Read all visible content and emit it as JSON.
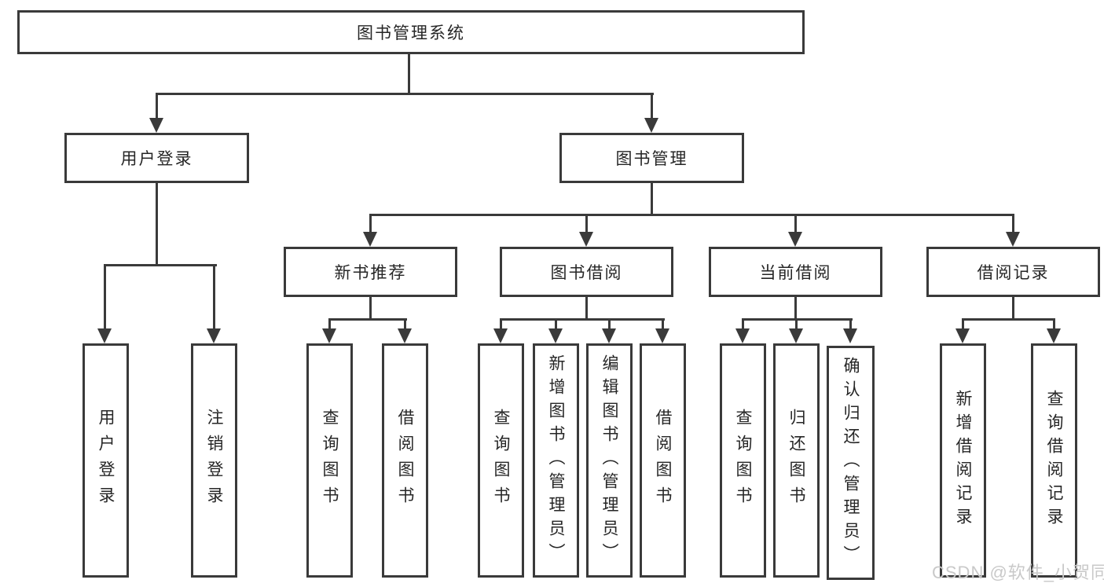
{
  "diagram": {
    "root": {
      "label": "图书管理系统"
    },
    "branches": [
      {
        "label": "用户登录",
        "children": [
          {
            "label": "用户登录"
          },
          {
            "label": "注销登录"
          }
        ]
      },
      {
        "label": "图书管理",
        "children": [
          {
            "label": "新书推荐",
            "children": [
              {
                "label": "查询图书"
              },
              {
                "label": "借阅图书"
              }
            ]
          },
          {
            "label": "图书借阅",
            "children": [
              {
                "label": "查询图书"
              },
              {
                "label": "新增图书（管理员）"
              },
              {
                "label": "编辑图书（管理员）"
              },
              {
                "label": "借阅图书"
              }
            ]
          },
          {
            "label": "当前借阅",
            "children": [
              {
                "label": "查询图书"
              },
              {
                "label": "归还图书"
              },
              {
                "label": "确认归还（管理员）"
              }
            ]
          },
          {
            "label": "借阅记录",
            "children": [
              {
                "label": "新增借阅记录"
              },
              {
                "label": "查询借阅记录"
              }
            ]
          }
        ]
      }
    ]
  },
  "watermark": {
    "text": "CSDN @软件_小贺同学"
  },
  "colors": {
    "line": "#3a3a3a",
    "text": "#262626",
    "watermark": "#c9c9c9",
    "background": "#ffffff"
  }
}
